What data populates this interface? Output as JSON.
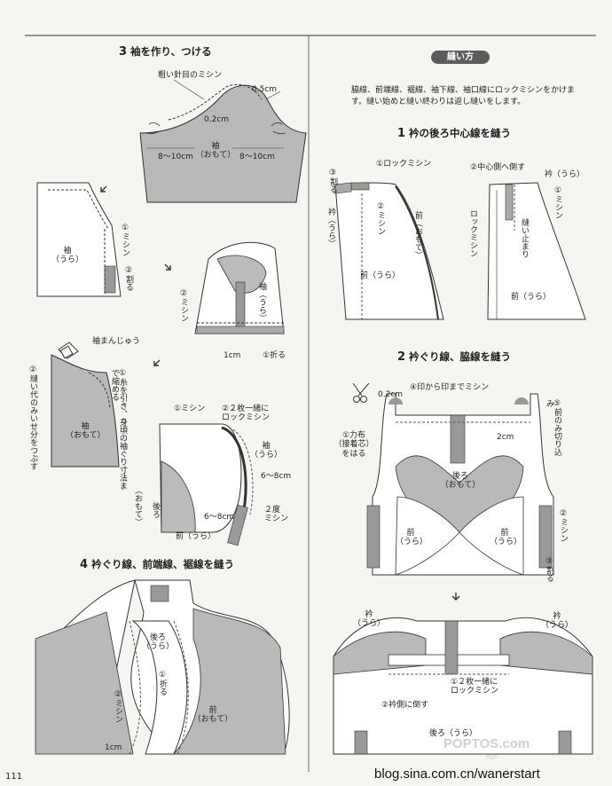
{
  "left": {
    "step3": {
      "num": "3",
      "title": "袖を作り、つける"
    },
    "sleeve_top": {
      "label_stitch": "粗い針目のミシン",
      "m05": "0.5cm",
      "m02": "0.2cm",
      "range_l": "8～10cm",
      "range_r": "8～10cm",
      "piece1": "袖",
      "piece2": "（おもて）"
    },
    "sleeve_ura": {
      "piece1": "袖",
      "piece2": "（うら）",
      "machine": "①ミシン",
      "split": "②割る"
    },
    "sleeve_fold": {
      "machine": "②ミシン",
      "piece": "袖（うら）",
      "cm1": "1cm",
      "fold": "①折る"
    },
    "sleeve_ham": {
      "manju": "袖まんじゅう",
      "seam_text": "②縫い代のみいせ分をつぶす",
      "pull_text": "①糸を引き、身頃の袖ぐり寸法まで縮める",
      "omote": "（おもて）",
      "piece1": "袖",
      "piece2": "（おもて）"
    },
    "sleeve_attach": {
      "machine": "①ミシン",
      "lock1": "②２枚一緒に",
      "lock2": "ロックミシン",
      "sode1": "袖",
      "sode2": "（うら）",
      "range1": "6～8cm",
      "range2": "6～8cm",
      "twice1": "２度",
      "twice2": "ミシン",
      "back": "後ろ",
      "front": "前（うら）"
    },
    "step4": {
      "num": "4",
      "title": "衿ぐり線、前端線、裾線を縫う"
    },
    "bolero": {
      "back1": "後ろ",
      "back2": "（うら）",
      "fold": "①折る",
      "machine": "②ミシン",
      "front1": "前",
      "front2": "（おもて）",
      "cm1": "1cm"
    },
    "page_number": "111"
  },
  "right": {
    "badge": "縫い方",
    "intro": "脇線、前端線、裾線、袖下線、袖口線にロックミシンをかけます。縫い始めと縫い終わりは返し縫いをします。",
    "step1": {
      "num": "1",
      "title": "衿の後ろ中心線を縫う"
    },
    "collar_a": {
      "lock": "①ロックミシン",
      "split": "③割る",
      "eri": "衿（うら）",
      "machine": "②ミシン",
      "front": "前（おもて）",
      "front_ura": "前（うら）"
    },
    "collar_b": {
      "center": "②中心側へ倒す",
      "eri": "衿（うら）",
      "machine": "①ミシン",
      "lock": "ロックミシン",
      "stop": "縫い止まり",
      "front_ura": "前（うら）"
    },
    "step2": {
      "num": "2",
      "title": "衿ぐり線、脇線を縫う"
    },
    "body": {
      "m02": "0.2cm",
      "mark": "④印から印までミシン",
      "cut": "⑤前のみ切り込み",
      "cloth1": "①力布",
      "cloth2": "（接着芯）",
      "cloth3": "をはる",
      "cm2": "2cm",
      "back1": "後ろ",
      "back2": "（おもて）",
      "front_l1": "前",
      "front_l2": "（うら）",
      "front_r1": "前",
      "front_r2": "（うら）",
      "machine": "②ミシン",
      "split": "③割る"
    },
    "collar_final": {
      "eri_l1": "衿",
      "eri_l2": "（うら）",
      "eri_r1": "衿",
      "eri_r2": "（うら）",
      "lock1": "①２枚一緒に",
      "lock2": "ロックミシン",
      "side": "②衿側に倒す",
      "back": "後ろ（うら）"
    },
    "watermark": "POPTOS.com",
    "watermark_sub": "POP",
    "blog": "blog.sina.com.cn/wanerstart"
  }
}
